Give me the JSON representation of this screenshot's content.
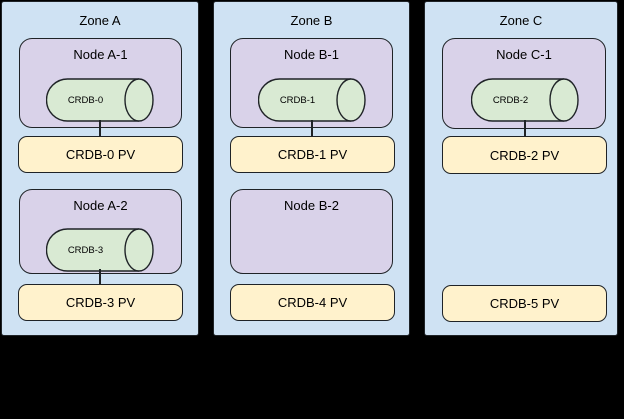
{
  "diagram": {
    "zones": [
      {
        "label": "Zone A",
        "nodes": [
          {
            "label": "Node A-1",
            "pod": "CRDB-0"
          },
          {
            "label": "Node A-2",
            "pod": "CRDB-3"
          }
        ],
        "pvs": [
          "CRDB-0 PV",
          "CRDB-3 PV"
        ]
      },
      {
        "label": "Zone B",
        "nodes": [
          {
            "label": "Node B-1",
            "pod": "CRDB-1"
          },
          {
            "label": "Node B-2"
          }
        ],
        "pvs": [
          "CRDB-1 PV",
          "CRDB-4 PV"
        ]
      },
      {
        "label": "Zone C",
        "nodes": [
          {
            "label": "Node C-1",
            "pod": "CRDB-2"
          }
        ],
        "pvs": [
          "CRDB-2 PV",
          "CRDB-5 PV"
        ]
      }
    ],
    "colors": {
      "background": "#000000",
      "zone_fill": "#cfe2f3",
      "node_fill": "#d9d2e9",
      "pod_fill": "#d9ead3",
      "pv_fill": "#fff2cc",
      "border": "#1f2327",
      "text": "#000000"
    }
  }
}
